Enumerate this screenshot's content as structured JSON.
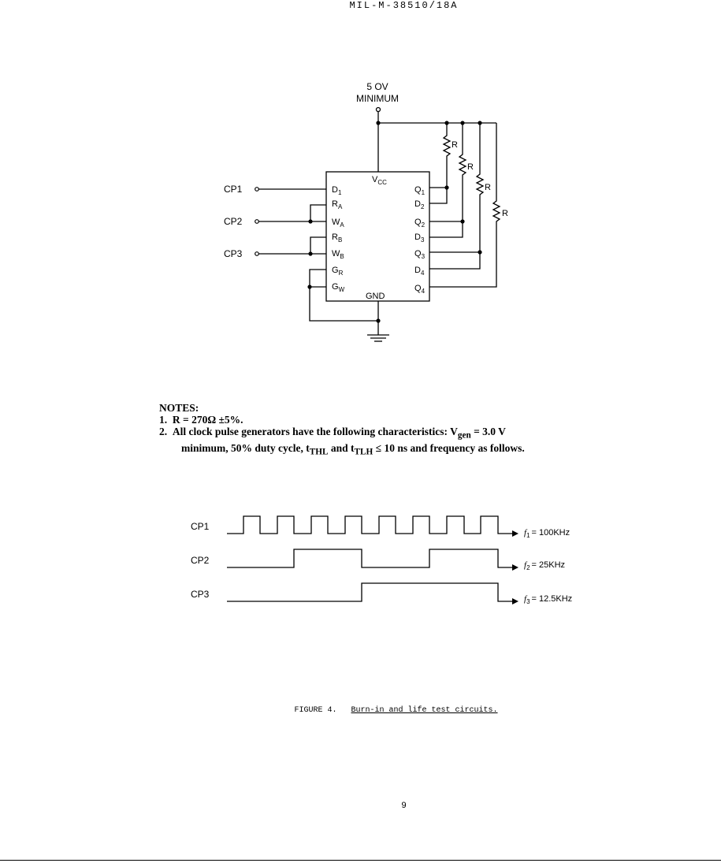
{
  "header": {
    "doc_id": "MIL-M-38510/18A"
  },
  "circuit": {
    "supply_label_1": "5 OV",
    "supply_label_2": "MINIMUM",
    "inputs": [
      "CP1",
      "CP2",
      "CP3"
    ],
    "resistor_label": "R",
    "chip": {
      "vcc": "V",
      "vcc_sub": "CC",
      "gnd": "GND",
      "left_pins": [
        {
          "main": "D",
          "sub": "1"
        },
        {
          "main": "R",
          "sub": "A"
        },
        {
          "main": "W",
          "sub": "A"
        },
        {
          "main": "R",
          "sub": "B"
        },
        {
          "main": "W",
          "sub": "B"
        },
        {
          "main": "G",
          "sub": "R"
        },
        {
          "main": "G",
          "sub": "W"
        }
      ],
      "right_pins": [
        {
          "main": "Q",
          "sub": "1"
        },
        {
          "main": "D",
          "sub": "2"
        },
        {
          "main": "Q",
          "sub": "2"
        },
        {
          "main": "D",
          "sub": "3"
        },
        {
          "main": "Q",
          "sub": "3"
        },
        {
          "main": "D",
          "sub": "4"
        },
        {
          "main": "Q",
          "sub": "4"
        }
      ]
    }
  },
  "notes": {
    "title": "NOTES:",
    "items": [
      {
        "num": "1.",
        "text": "R = 270Ω ±5%."
      },
      {
        "num": "2.",
        "text": "All clock pulse generators have the following characteristics:  V",
        "sub": "gen",
        "text2": " = 3.0 V"
      }
    ],
    "item2_cont_a": "minimum,  50% duty cycle,  t",
    "item2_sub_a": "THL",
    "item2_cont_b": " and t",
    "item2_sub_b": "TLH",
    "item2_cont_c": " ≤ 10 ns and frequency as follows."
  },
  "timing": {
    "signals": [
      {
        "name": "CP1",
        "freq_label": "f",
        "freq_sub": "1",
        "freq_value": "= 100KHz"
      },
      {
        "name": "CP2",
        "freq_label": "f",
        "freq_sub": "2",
        "freq_value": "= 25KHz"
      },
      {
        "name": "CP3",
        "freq_label": "f",
        "freq_sub": "3",
        "freq_value": "= 12.5KHz"
      }
    ]
  },
  "caption": {
    "prefix": "FIGURE 4.",
    "text": "Burn-in and life test circuits."
  },
  "page_number": "9"
}
